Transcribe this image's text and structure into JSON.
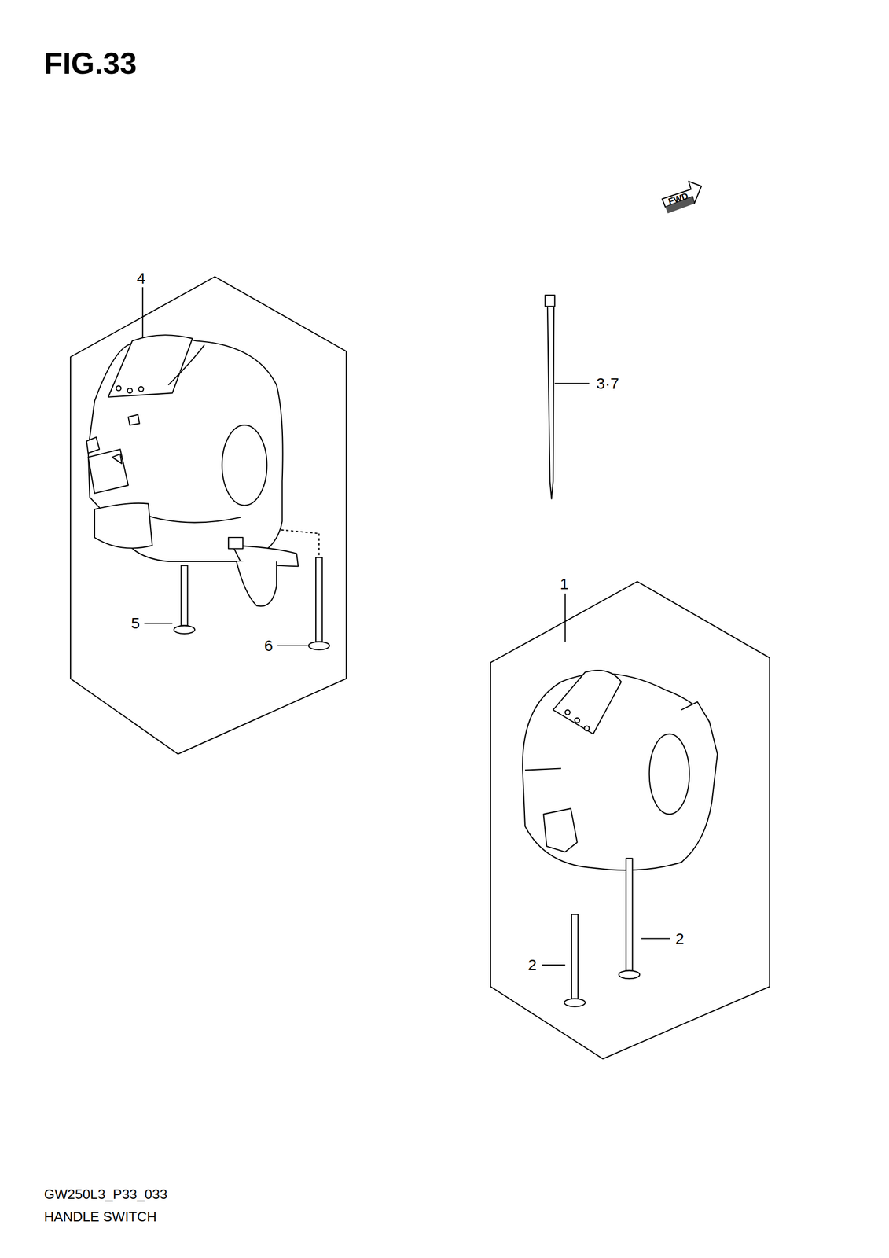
{
  "diagram": {
    "title": "FIG.33",
    "labels": [
      "4",
      "3·7",
      "5",
      "6",
      "1",
      "2",
      "2",
      "FWD",
      "GW250L3_P33_033",
      "HANDLE SWITCH"
    ]
  }
}
